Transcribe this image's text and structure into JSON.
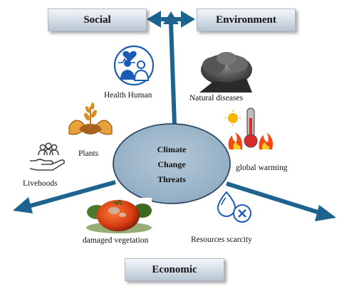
{
  "headers": {
    "social": "Social",
    "environment": "Environment",
    "economic": "Economic"
  },
  "center": {
    "line1": "Climate",
    "line2": "Change",
    "line3": "Threats"
  },
  "labels": {
    "health_human": "Health Human",
    "natural_diseases": "Natural diseases",
    "plants": "Plants",
    "livelihoods": "Livehoods",
    "global_warming": "global warming",
    "damaged_vegetation": "damaged vegetation",
    "resources_scarcity": "Resources scarcity"
  },
  "colors": {
    "arrow": "#1d6390",
    "ellipse_fill": "#9eb6c8",
    "ellipse_stroke": "#2e4a66",
    "icon_blue": "#1a5bb5"
  },
  "icons": [
    "health-care-icon",
    "volcano-smoke-image",
    "plant-in-hands-icon",
    "people-in-hand-icon",
    "thermometer-fire-icon",
    "rotten-tomato-image",
    "water-drop-x-icon"
  ]
}
